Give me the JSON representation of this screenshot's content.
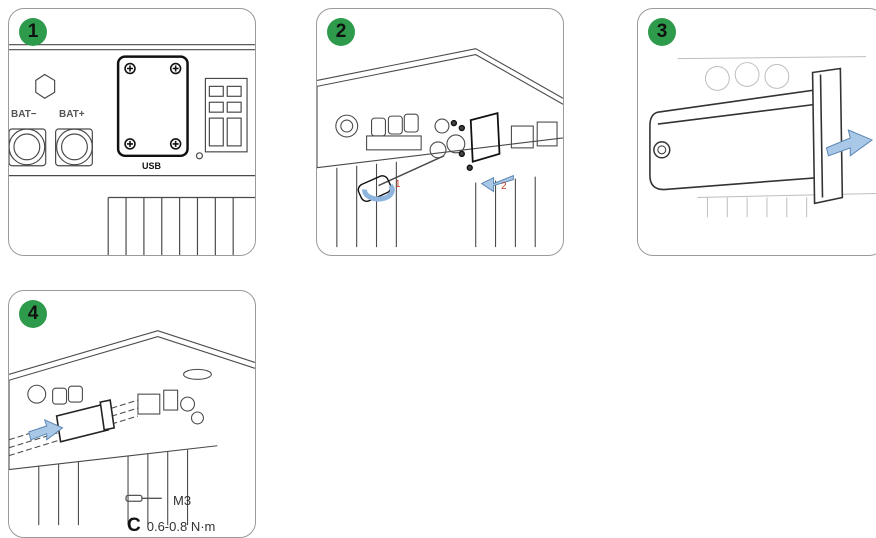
{
  "steps": [
    {
      "number": "1",
      "labels": {
        "bat_minus": "BAT−",
        "bat_plus": "BAT+",
        "usb": "USB"
      }
    },
    {
      "number": "2",
      "arrow1": "1",
      "arrow2": "2"
    },
    {
      "number": "3"
    },
    {
      "number": "4",
      "screw_spec": "M3",
      "torque_spec": "0.6-0.8 N·m"
    }
  ],
  "colors": {
    "badge": "#2e9a4b",
    "arrow": "#a9c8e8",
    "line": "#4a4a4a",
    "frame": "#9a9a9a"
  }
}
